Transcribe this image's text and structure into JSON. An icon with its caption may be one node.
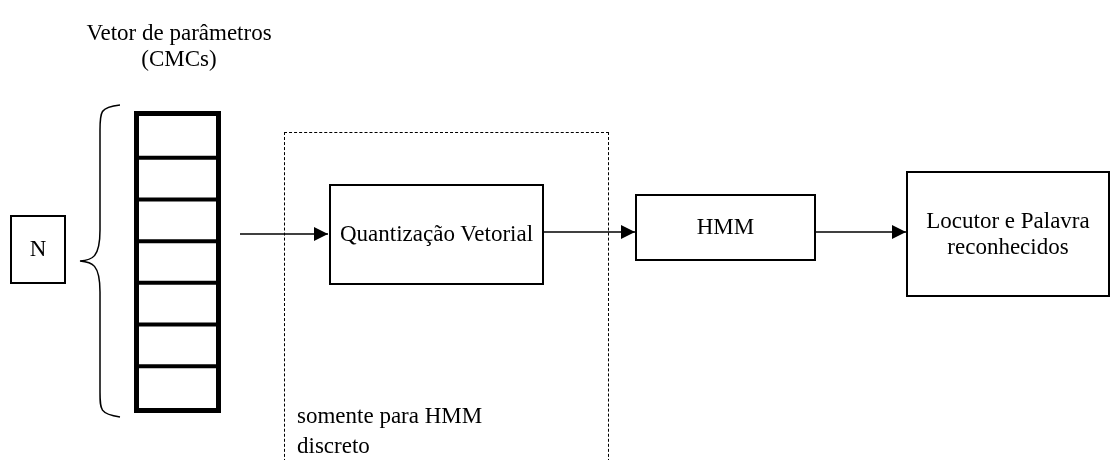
{
  "diagram": {
    "nodes": [
      {
        "text": [
          "N"
        ]
      },
      {
        "text": [
          "Vetor de parâmetros (CMCs)"
        ]
      },
      {
        "text": [
          "somente para HMM discreto"
        ]
      },
      {
        "text": [
          "Quantização Vetorial"
        ],
        "in": 2
      },
      {
        "text": [
          "HMM"
        ]
      },
      {
        "text": [
          "Locutor e Palavra reconhecidos"
        ]
      }
    ],
    "edges": [
      {
        "from": null,
        "to": 3,
        "arrow": "to"
      },
      {
        "from": 3,
        "to": 4,
        "arrow": "to"
      },
      {
        "from": 4,
        "to": 5,
        "arrow": "to"
      }
    ]
  }
}
